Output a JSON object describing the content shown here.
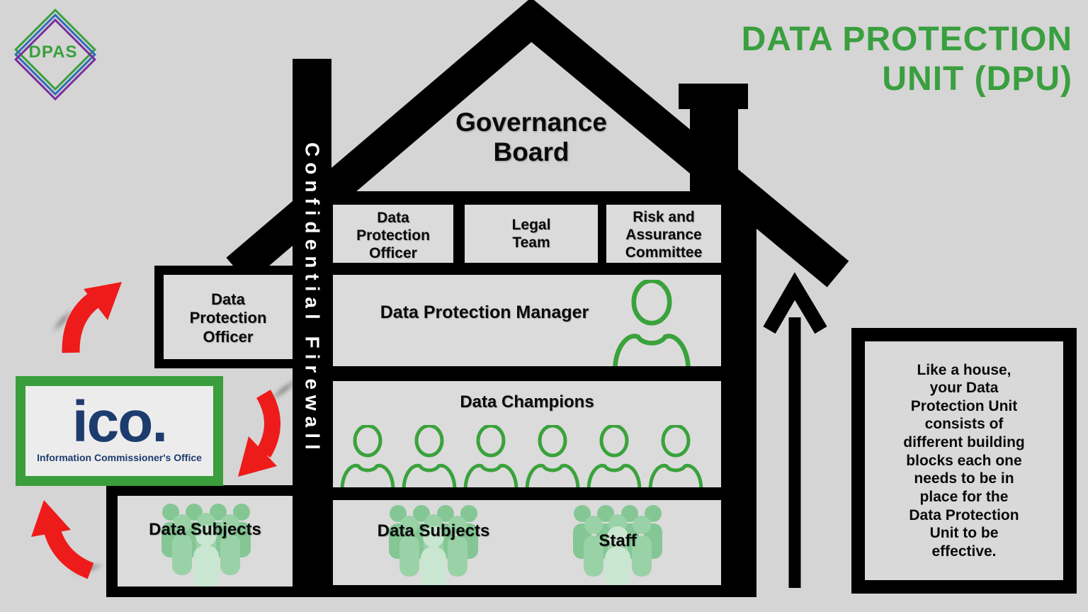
{
  "colors": {
    "background": "#d5d5d5",
    "accent_green": "#3a9f3f",
    "icon_green": "#3aa23c",
    "crowd_greens": [
      "#84c794",
      "#9ad2a7",
      "#c9e6d0"
    ],
    "red_arrow": "#ee1b1b",
    "ico_navy": "#1d3c6e",
    "dpas_blue": "#2f6db8",
    "dpas_purple": "#7a2e9d",
    "structure_black": "#000000"
  },
  "logo": {
    "label": "DPAS"
  },
  "title": {
    "line1": "DATA PROTECTION",
    "line2": "UNIT (DPU)"
  },
  "house": {
    "governance_label": "Governance Board",
    "firewall_label": "Confidential Firewall",
    "row1": [
      {
        "label": "Data Protection Officer"
      },
      {
        "label": "Legal Team"
      },
      {
        "label": "Risk and Assurance Committee"
      }
    ],
    "manager_label": "Data Protection Manager",
    "champions_label": "Data Champions",
    "bottom_row": {
      "data_subjects_label": "Data Subjects",
      "staff_label": "Staff"
    }
  },
  "outside": {
    "dpo_label": "Data Protection Officer",
    "data_subjects_label": "Data Subjects"
  },
  "ico": {
    "logo_text": "ico.",
    "subtitle": "Information Commissioner's Office"
  },
  "note": {
    "text": "Like a house,\nyour Data\nProtection Unit\nconsists of\ndifferent building\nblocks each one\nneeds to be in\nplace for the\nData Protection\nUnit to be\neffective."
  }
}
